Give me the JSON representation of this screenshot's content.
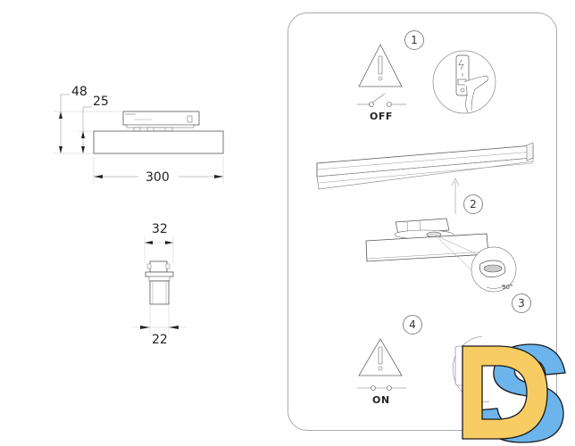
{
  "side_view": {
    "dim_total_height": "48",
    "dim_body_height": "25",
    "dim_length": "300"
  },
  "end_view": {
    "dim_adapter_width": "32",
    "dim_body_width": "22"
  },
  "instructions_panel": {
    "step1": {
      "number": "1",
      "warning_icon": "warning-triangle-icon",
      "switch_state": "OFF",
      "detail_icon": "finger-pressing-switch-icon"
    },
    "step2": {
      "number": "2",
      "action": "insert-adapter-into-track"
    },
    "step3": {
      "number": "3",
      "rotation_label": "90°"
    },
    "step4": {
      "number": "4",
      "warning_icon": "warning-triangle-icon",
      "switch_state": "ON"
    }
  },
  "watermark": {
    "letters": "DS",
    "d_color": "#F7CD63",
    "s_color": "#6BB5EC",
    "outline_color": "#1a1a1a"
  }
}
